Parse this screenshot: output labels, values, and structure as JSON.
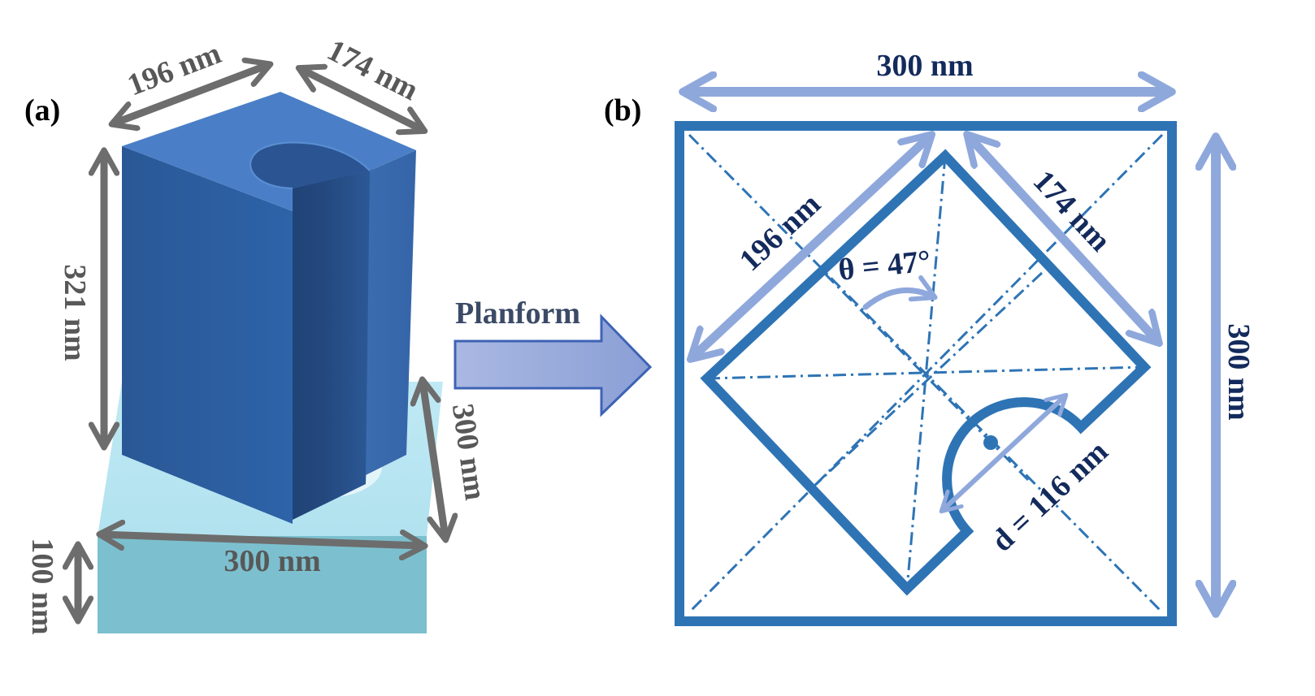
{
  "panels": {
    "a": {
      "label": "(a)"
    },
    "b": {
      "label": "(b)"
    }
  },
  "arrow_label": "Planform",
  "panel_a": {
    "top_width": "196 nm",
    "top_depth": "174 nm",
    "pillar_height": "321 nm",
    "substrate_depth": "300 nm",
    "substrate_width": "300 nm",
    "substrate_height": "100 nm"
  },
  "panel_b": {
    "frame_top": "300 nm",
    "frame_right": "300 nm",
    "diamond_left": "196 nm",
    "diamond_right": "174 nm",
    "angle": "θ = 47°",
    "diameter": "d = 116 nm"
  },
  "colors": {
    "pillar_front": "#2f5f9e",
    "pillar_top": "#4a7fc7",
    "substrate_top": "#b7e6f2",
    "substrate_front": "#7cc0cf",
    "frame_blue": "#2e74b5",
    "light_arrow": "#8fa8dc",
    "gray_arrow": "#6d6d6d",
    "label_navy": "#132a5c"
  }
}
